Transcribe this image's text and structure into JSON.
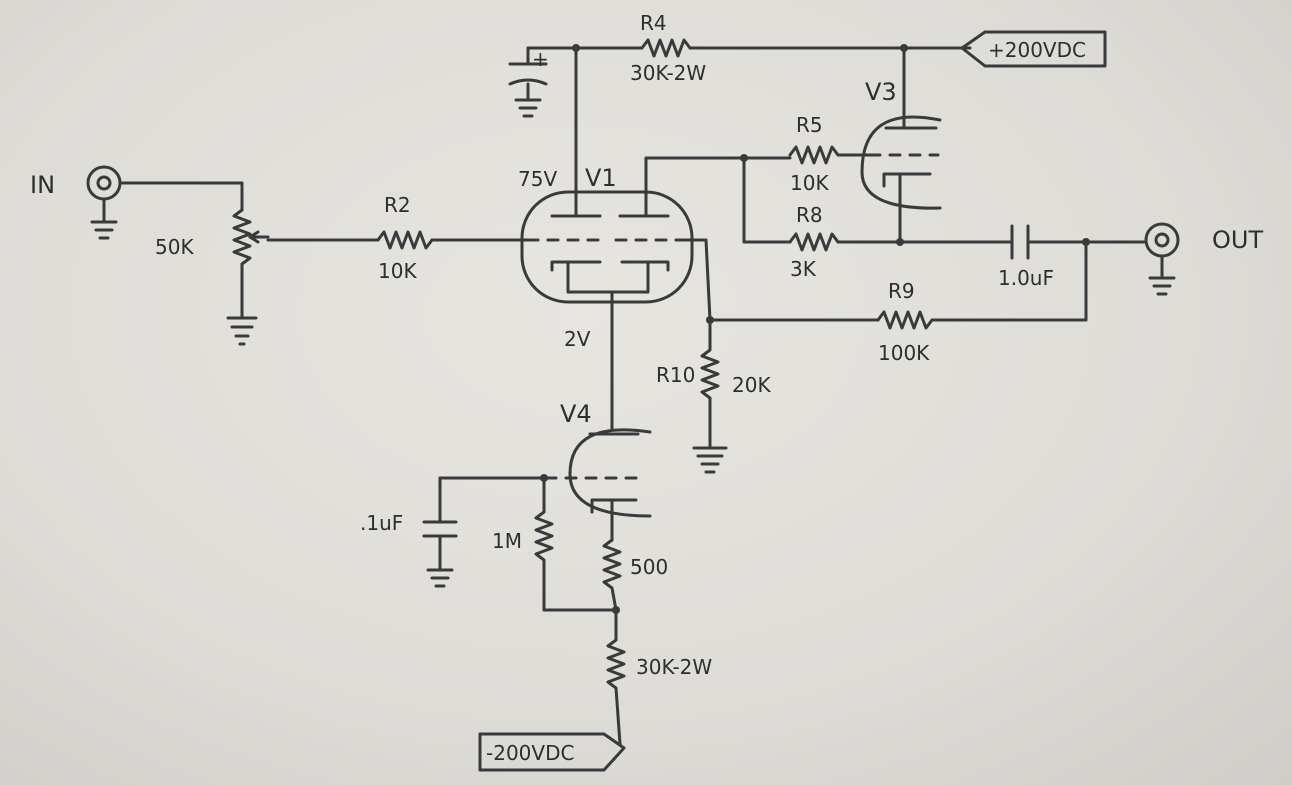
{
  "labels": {
    "in": "IN",
    "out": "OUT",
    "pot": "50K",
    "r2_name": "R2",
    "r2_value": "10K",
    "r4_name": "R4",
    "r4_value": "30K-2W",
    "r5_name": "R5",
    "r5_value": "10K",
    "r8_name": "R8",
    "r8_value": "3K",
    "r9_name": "R9",
    "r9_value": "100K",
    "r10_name": "R10",
    "r10_value": "20K",
    "v1": "V1",
    "v3": "V3",
    "v4": "V4",
    "plate_voltage": "75V",
    "cathode_voltage": "2V",
    "supply_pos": "+200VDC",
    "supply_neg": "-200VDC",
    "cap_out": "1.0uF",
    "cap_grid": ".1uF",
    "cap_plus": "+",
    "r_grid": "1M",
    "r_cathode": "500",
    "r_tail": "30K-2W"
  }
}
